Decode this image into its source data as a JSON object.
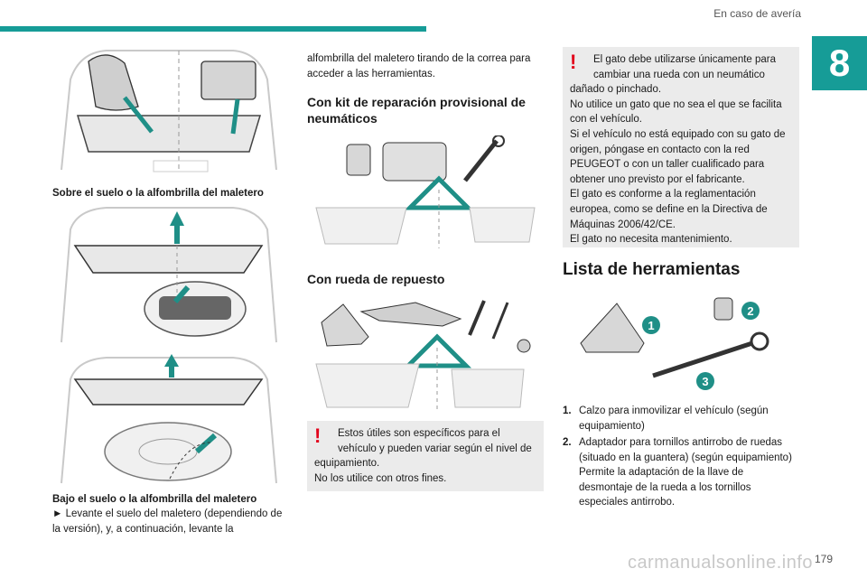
{
  "header": {
    "title": "En caso de avería",
    "chapter": "8",
    "page": "179",
    "watermark": "carmanualsonline.info"
  },
  "col1": {
    "caption1": "Sobre el suelo o la alfombrilla del maletero",
    "caption2": "Bajo el suelo o la alfombrilla del maletero",
    "bullet": "►",
    "text1": "Levante el suelo del maletero (dependiendo de la versión), y, a continuación, levante la"
  },
  "col2": {
    "text_cont": "alfombrilla del maletero tirando de la correa para acceder a las herramientas.",
    "heading1": "Con kit de reparación provisional de neumáticos",
    "heading2": "Con rueda de repuesto",
    "note_mark": "!",
    "note": "Estos útiles son específicos para el vehículo y pueden variar según el nivel de equipamiento.",
    "note2": "No los utilice con otros fines."
  },
  "col3": {
    "note_mark": "!",
    "note_lines": [
      "El gato debe utilizarse únicamente para cambiar una rueda con un neumático dañado o pinchado.",
      "No utilice un gato que no sea el que se facilita con el vehículo.",
      "Si el vehículo no está equipado con su gato de origen, póngase en contacto con la red PEUGEOT o con un taller cualificado para obtener uno previsto por el fabricante.",
      "El gato es conforme a la reglamentación europea, como se define en la Directiva de Máquinas 2006/42/CE.",
      "El gato no necesita mantenimiento."
    ],
    "heading": "Lista de herramientas",
    "badges": [
      "1",
      "2",
      "3"
    ],
    "items": [
      {
        "num": "1.",
        "text": "Calzo para inmovilizar el vehículo (según equipamiento)"
      },
      {
        "num": "2.",
        "text": "Adaptador para tornillos antirrobo de ruedas (situado en la guantera) (según equipamiento)",
        "extra": "Permite la adaptación de la llave de desmontaje de la rueda a los tornillos especiales antirrobo."
      }
    ]
  },
  "colors": {
    "accent": "#169c97",
    "warning": "#e2001a",
    "note_bg": "#ebebeb"
  }
}
